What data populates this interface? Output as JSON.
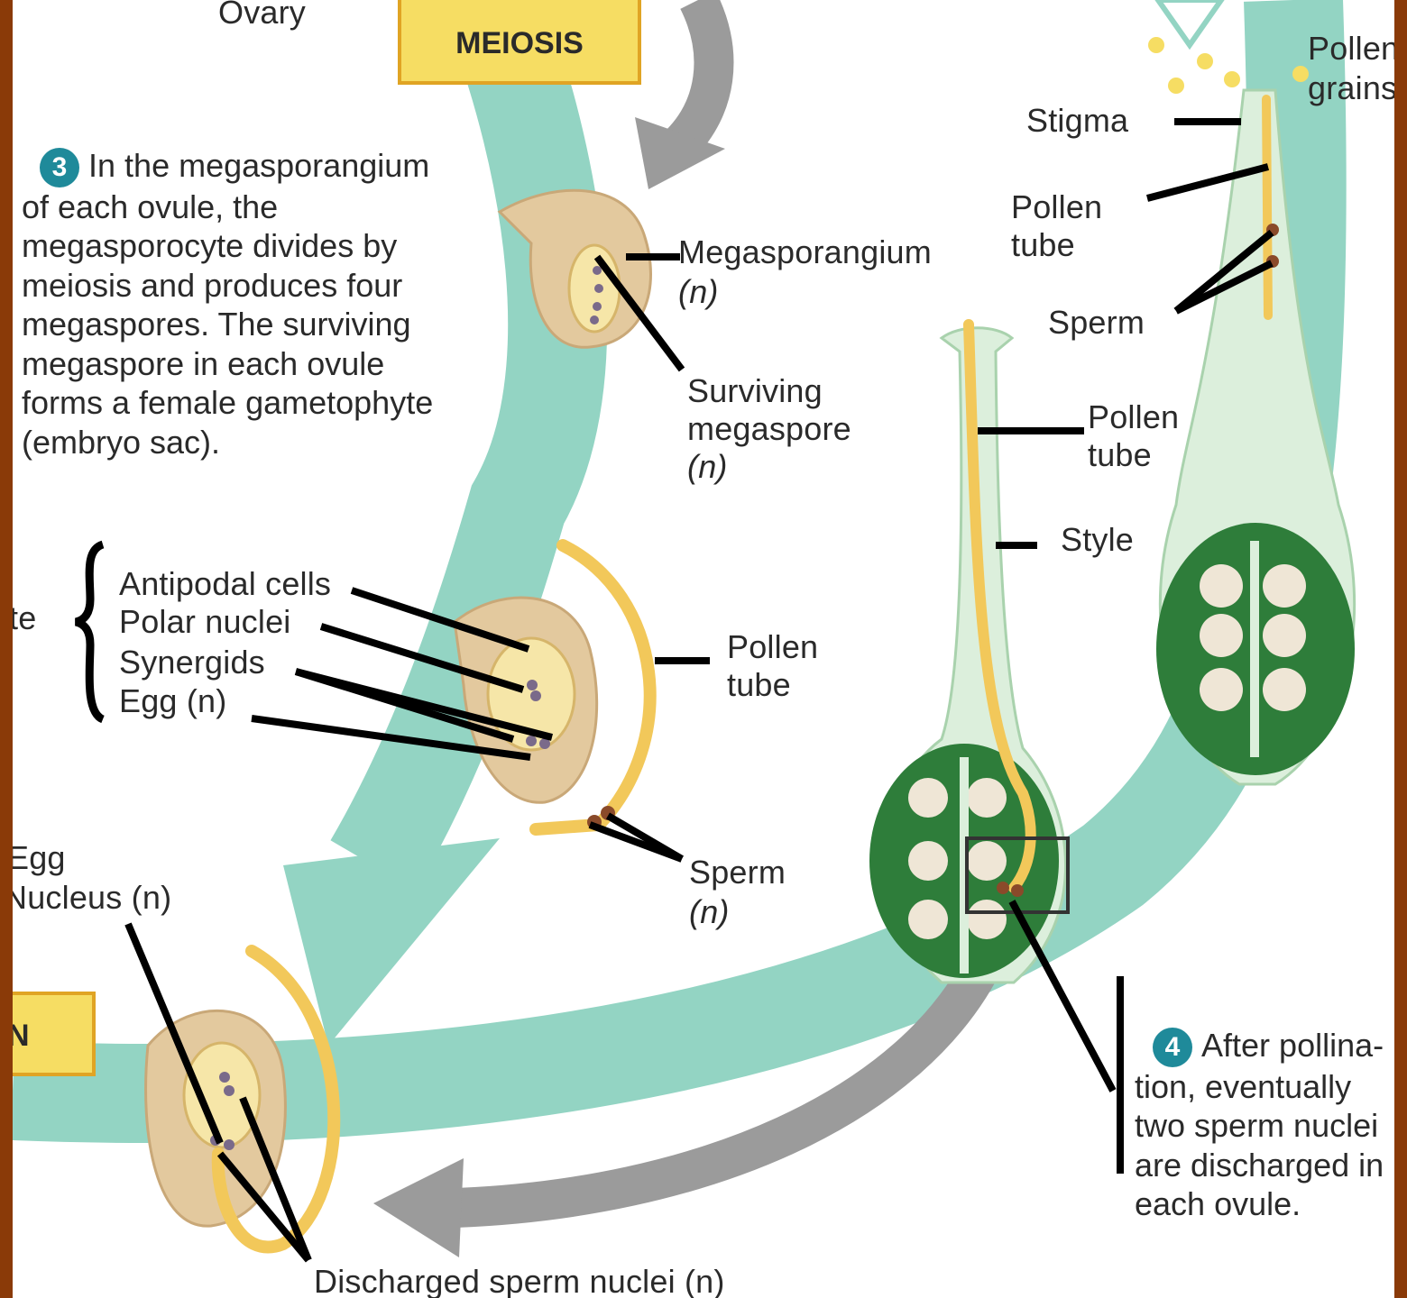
{
  "labels": {
    "ovary": "Ovary",
    "meiosis": "MEIOSIS",
    "pollen_grains_1": "Pollen",
    "pollen_grains_2": "grains",
    "stigma": "Stigma",
    "pollen_tube_top_1": "Pollen",
    "pollen_tube_top_2": "tube",
    "sperm_top": "Sperm",
    "megasporangium_1": "Megasporangium",
    "megasporangium_2": "(n)",
    "surviving_1": "Surviving",
    "surviving_2": "megaspore",
    "surviving_3": "(n)",
    "pollen_tube_mid_1": "Pollen",
    "pollen_tube_mid_2": "tube",
    "style": "Style",
    "female_gametophyte_partial": "te",
    "antipodal": "Antipodal cells",
    "polar": "Polar nuclei",
    "synergids": "Synergids",
    "egg_n": "Egg (n)",
    "pollen_tube_low_1": "Pollen",
    "pollen_tube_low_2": "tube",
    "sperm_n_1": "Sperm",
    "sperm_n_2": "(n)",
    "egg_partial": "Egg",
    "nucleus_partial": "Nucleus (n)",
    "fertilization_partial": "N",
    "discharged": "Discharged sperm nuclei (n)"
  },
  "steps": {
    "step3_number": "3",
    "step3_text": "In the megasporangium\nof each ovule, the\nmegasporocyte divides by\nmeiosis and produces four\nmegaspores. The surviving\nmegaspore in each ovule\nforms a female gametophyte\n(embryo sac).",
    "step4_number": "4",
    "step4_text": "After pollina-\ntion, eventually\ntwo sperm nuclei\nare discharged in\neach ovule."
  },
  "colors": {
    "cycle_band": "#93d4c3",
    "arrow_gray": "#9b9b9b",
    "pollen_tube": "#f2c85a",
    "ovule": "#e3c99e",
    "ovary_green": "#2e7d3a",
    "step_badge": "#1f8a9a",
    "label_box": "#f6dd63"
  }
}
